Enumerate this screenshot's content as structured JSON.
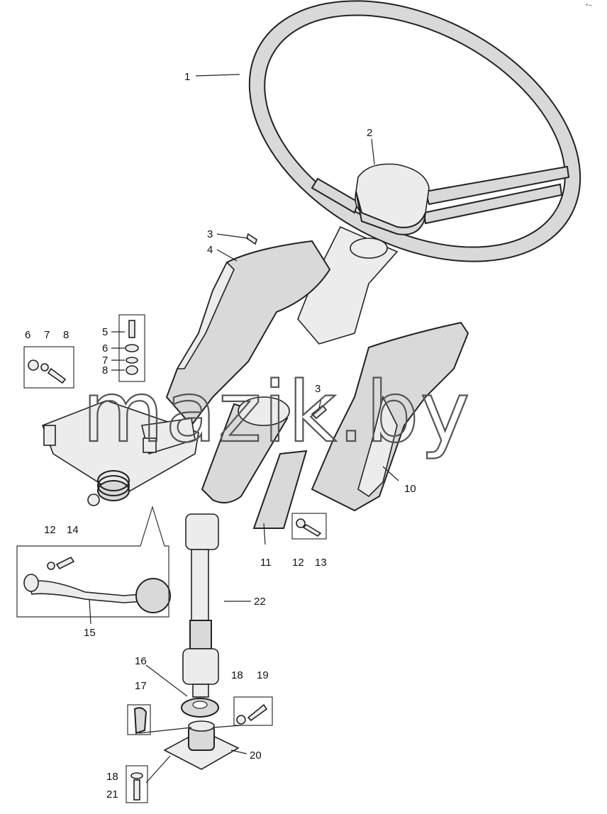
{
  "watermark": "mazik.by",
  "corner_mark": "*~",
  "callouts": [
    {
      "id": "c1",
      "text": "1"
    },
    {
      "id": "c2",
      "text": "2"
    },
    {
      "id": "c3a",
      "text": "3"
    },
    {
      "id": "c4",
      "text": "4"
    },
    {
      "id": "c5",
      "text": "5"
    },
    {
      "id": "c6a",
      "text": "6"
    },
    {
      "id": "c7a",
      "text": "7"
    },
    {
      "id": "c8a",
      "text": "8"
    },
    {
      "id": "c6b",
      "text": "6"
    },
    {
      "id": "c7b",
      "text": "7"
    },
    {
      "id": "c8b",
      "text": "8"
    },
    {
      "id": "c3b",
      "text": "3"
    },
    {
      "id": "c10",
      "text": "10"
    },
    {
      "id": "c11",
      "text": "11"
    },
    {
      "id": "c12a",
      "text": "12"
    },
    {
      "id": "c13",
      "text": "13"
    },
    {
      "id": "c12b",
      "text": "12"
    },
    {
      "id": "c14",
      "text": "14"
    },
    {
      "id": "c15",
      "text": "15"
    },
    {
      "id": "c22",
      "text": "22"
    },
    {
      "id": "c16",
      "text": "16"
    },
    {
      "id": "c17",
      "text": "17"
    },
    {
      "id": "c18a",
      "text": "18"
    },
    {
      "id": "c19",
      "text": "19"
    },
    {
      "id": "c20",
      "text": "20"
    },
    {
      "id": "c18b",
      "text": "18"
    },
    {
      "id": "c21",
      "text": "21"
    }
  ]
}
